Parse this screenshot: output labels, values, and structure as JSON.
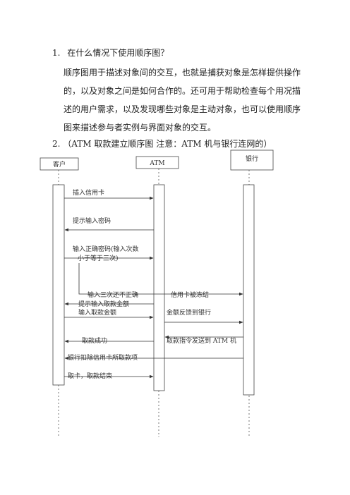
{
  "q1": {
    "num": "1.",
    "text": "在什么情况下使用顺序图？"
  },
  "answer_lines": [
    "顺序图用于描述对象间的交互，也就是捕获对象是怎样提供操作",
    "的，以及对象之间是如何合作的。还可用于帮助检查每个用况描",
    "述的用户需求，以及发现哪些对象是主动对象，也可以使用顺序",
    "图来描述参与者实例与界面对象的交互。"
  ],
  "q2": {
    "num": "2.",
    "text": "（ATM 取款建立顺序图  注意：ATM 机与银行连网的）"
  },
  "participants": {
    "customer": "客户",
    "atm": "ATM",
    "bank": "银行"
  },
  "messages": {
    "m1": "插入信用卡",
    "m2": "提示输入密码",
    "m3a": "输入正确密码(输入次数",
    "m3b": "小于等于三次)",
    "m4a": "输入三次还不正确",
    "m4b": "信用卡被冻结",
    "m5": "提示输入取款金额",
    "m6": "输入取款金额",
    "m7": "金额反馈到银行",
    "m8": "取款指令发送到 ATM 机",
    "m9": "取款成功",
    "m10": "银行扣除信用卡所取款项",
    "m11": "取卡，取款结束"
  }
}
